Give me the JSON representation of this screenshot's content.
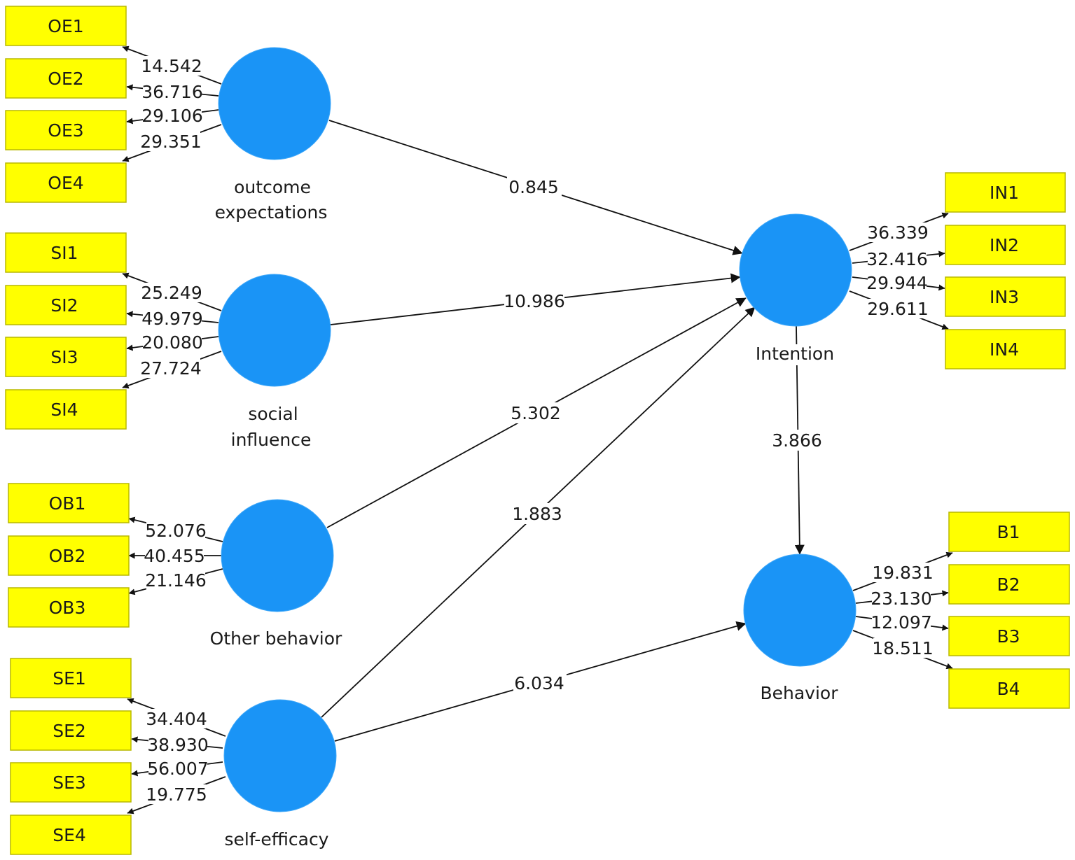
{
  "constructs": {
    "outcome_expectations": {
      "label_line1": "outcome",
      "label_line2": "expectations"
    },
    "social_influence": {
      "label_line1": "social",
      "label_line2": "influence"
    },
    "other_behavior": {
      "label_line1": "Other behavior"
    },
    "self_efficacy": {
      "label_line1": "self-efficacy"
    },
    "intention": {
      "label_line1": "Intention"
    },
    "behavior": {
      "label_line1": "Behavior"
    }
  },
  "indicators": {
    "outcome_expectations": [
      {
        "name": "OE1",
        "value": "14.542"
      },
      {
        "name": "OE2",
        "value": "36.716"
      },
      {
        "name": "OE3",
        "value": "29.106"
      },
      {
        "name": "OE4",
        "value": "29.351"
      }
    ],
    "social_influence": [
      {
        "name": "SI1",
        "value": "25.249"
      },
      {
        "name": "SI2",
        "value": "49.979"
      },
      {
        "name": "SI3",
        "value": "20.080"
      },
      {
        "name": "SI4",
        "value": "27.724"
      }
    ],
    "other_behavior": [
      {
        "name": "OB1",
        "value": "52.076"
      },
      {
        "name": "OB2",
        "value": "40.455"
      },
      {
        "name": "OB3",
        "value": "21.146"
      }
    ],
    "self_efficacy": [
      {
        "name": "SE1",
        "value": "34.404"
      },
      {
        "name": "SE2",
        "value": "38.930"
      },
      {
        "name": "SE3",
        "value": "56.007"
      },
      {
        "name": "SE4",
        "value": "19.775"
      }
    ],
    "intention": [
      {
        "name": "IN1",
        "value": "36.339"
      },
      {
        "name": "IN2",
        "value": "32.416"
      },
      {
        "name": "IN3",
        "value": "29.944"
      },
      {
        "name": "IN4",
        "value": "29.611"
      }
    ],
    "behavior": [
      {
        "name": "B1",
        "value": "19.831"
      },
      {
        "name": "B2",
        "value": "23.130"
      },
      {
        "name": "B3",
        "value": "12.097"
      },
      {
        "name": "B4",
        "value": "18.511"
      }
    ]
  },
  "paths": {
    "oe_to_in": "0.845",
    "si_to_in": "10.986",
    "ob_to_in": "5.302",
    "se_to_in": "1.883",
    "in_to_b": "3.866",
    "se_to_b": "6.034"
  },
  "colors": {
    "construct_fill": "#1a94f6",
    "indicator_fill": "#ffff00",
    "line": "#111111"
  }
}
